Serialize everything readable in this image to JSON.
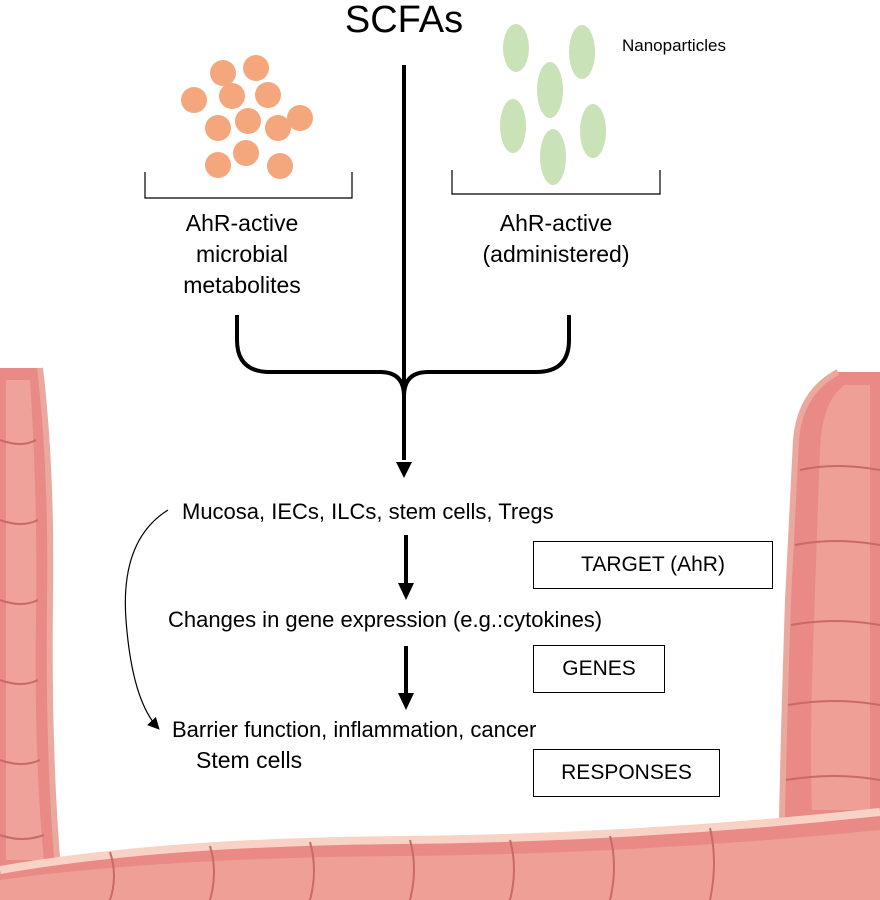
{
  "title": "SCFAs",
  "nanoparticles_label": "Nanoparticles",
  "left_group": {
    "line1": "AhR-active",
    "line2": "microbial",
    "line3": "metabolites"
  },
  "right_group": {
    "line1": "AhR-active",
    "line2": "(administered)"
  },
  "flow": {
    "step1": "Mucosa, IECs, ILCs, stem cells, Tregs",
    "step2": "Changes in gene expression (e.g.:cytokines)",
    "step3": "Barrier function, inflammation, cancer",
    "step3b": "Stem cells"
  },
  "boxes": {
    "target": "TARGET (AhR)",
    "genes": "GENES",
    "responses": "RESPONSES"
  },
  "colors": {
    "metabolite_dot": "#F4A77C",
    "nanoparticle": "#C9E2B8",
    "intestine": "#E98A86",
    "intestine_light": "#F8D2C5"
  }
}
